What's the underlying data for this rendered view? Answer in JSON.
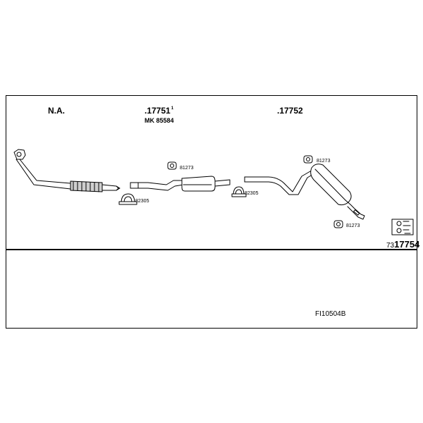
{
  "headers": {
    "na": "N.A.",
    "part1": ".17751",
    "part1_superscript": "1",
    "part1_sub": "MK 85584",
    "part2": ".17752"
  },
  "callouts": {
    "clamp1": "82305",
    "mount1": "81273",
    "clamp2": "82305",
    "mount2": "81273",
    "mount3": "81273"
  },
  "bottom_code": {
    "prefix": "73",
    "main": "17754"
  },
  "diagram_id": "FI10504B",
  "colors": {
    "line": "#000000",
    "fill": "#ffffff",
    "shade": "#cfcfcf"
  }
}
